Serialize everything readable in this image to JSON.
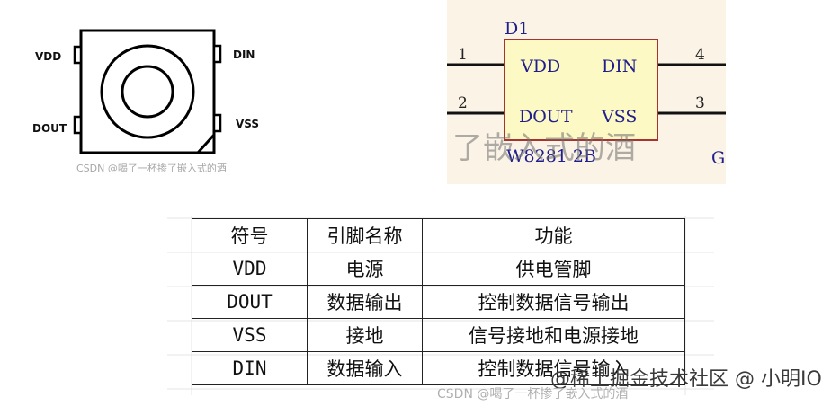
{
  "package_drawing": {
    "pins_left": [
      "VDD",
      "DOUT"
    ],
    "pins_right": [
      "DIN",
      "VSS"
    ],
    "watermark": "CSDN @喝了一杯掺了嵌入式的酒"
  },
  "schematic_symbol": {
    "designator": "D1",
    "part_number": "W8281 2B",
    "pins": [
      {
        "number": "1",
        "name": "VDD"
      },
      {
        "number": "2",
        "name": "DOUT"
      },
      {
        "number": "4",
        "name": "DIN"
      },
      {
        "number": "3",
        "name": "VSS"
      }
    ],
    "watermark": "了嵌入式的酒",
    "cut_off_letter": "G"
  },
  "pin_table": {
    "headers": [
      "符号",
      "引脚名称",
      "功能"
    ],
    "rows": [
      [
        "VDD",
        "电源",
        "供电管脚"
      ],
      [
        "DOUT",
        "数据输出",
        "控制数据信号输出"
      ],
      [
        "VSS",
        "接地",
        "信号接地和电源接地"
      ],
      [
        "DIN",
        "数据输入",
        "控制数据信号输入"
      ]
    ]
  },
  "footer": {
    "brand": "@稀土掘金技术社区 @ 小明IO",
    "csdn_watermark": "CSDN @喝了一杯掺了嵌入式的酒"
  },
  "colors": {
    "schematic_body": "#fdf9c4",
    "schematic_border": "#a83232",
    "schematic_text": "#1e1e8c",
    "schematic_background": "#fbf3e6"
  }
}
